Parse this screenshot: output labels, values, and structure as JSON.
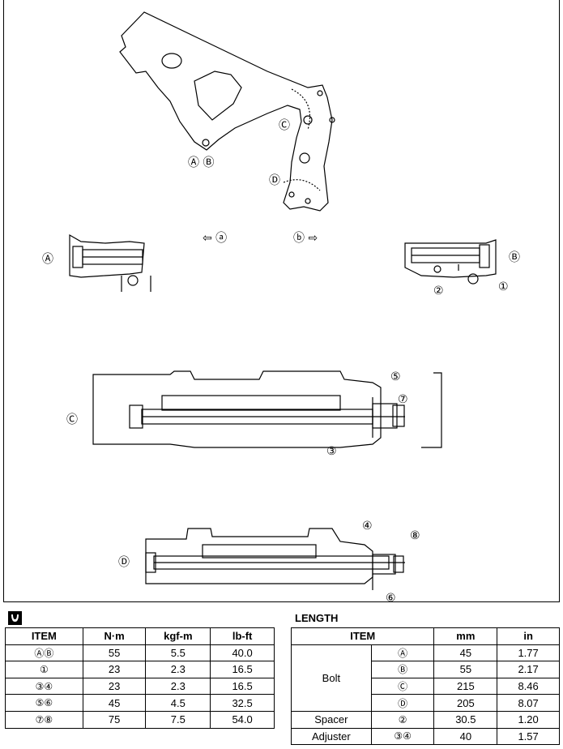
{
  "diagram": {
    "callouts": {
      "frame_ab": "Ⓐ Ⓑ",
      "frame_c": "Ⓒ",
      "frame_d": "Ⓓ",
      "arrow_left": "⇦ ⓐ",
      "arrow_right": "ⓑ ⇨",
      "detail_a": "Ⓐ",
      "detail_b": "Ⓑ",
      "detail_b_1": "①",
      "detail_b_2": "②",
      "detail_c": "Ⓒ",
      "detail_c_3": "③",
      "detail_c_5": "⑤",
      "detail_c_7": "⑦",
      "detail_d": "Ⓓ",
      "detail_d_4": "④",
      "detail_d_6": "⑥",
      "detail_d_8": "⑧"
    }
  },
  "torque_table": {
    "icon": "torque-wrench-icon",
    "headers": [
      "ITEM",
      "N·m",
      "kgf-m",
      "lb-ft"
    ],
    "rows": [
      [
        "ⒶⒷ",
        "55",
        "5.5",
        "40.0"
      ],
      [
        "①",
        "23",
        "2.3",
        "16.5"
      ],
      [
        "③④",
        "23",
        "2.3",
        "16.5"
      ],
      [
        "⑤⑥",
        "45",
        "4.5",
        "32.5"
      ],
      [
        "⑦⑧",
        "75",
        "7.5",
        "54.0"
      ]
    ]
  },
  "length_table": {
    "title": "LENGTH",
    "headers": [
      "ITEM",
      "mm",
      "in"
    ],
    "bolt_label": "Bolt",
    "bolt_rows": [
      [
        "Ⓐ",
        "45",
        "1.77"
      ],
      [
        "Ⓑ",
        "55",
        "2.17"
      ],
      [
        "Ⓒ",
        "215",
        "8.46"
      ],
      [
        "Ⓓ",
        "205",
        "8.07"
      ]
    ],
    "spacer": [
      "Spacer",
      "②",
      "30.5",
      "1.20"
    ],
    "adjuster": [
      "Adjuster",
      "③④",
      "40",
      "1.57"
    ]
  }
}
